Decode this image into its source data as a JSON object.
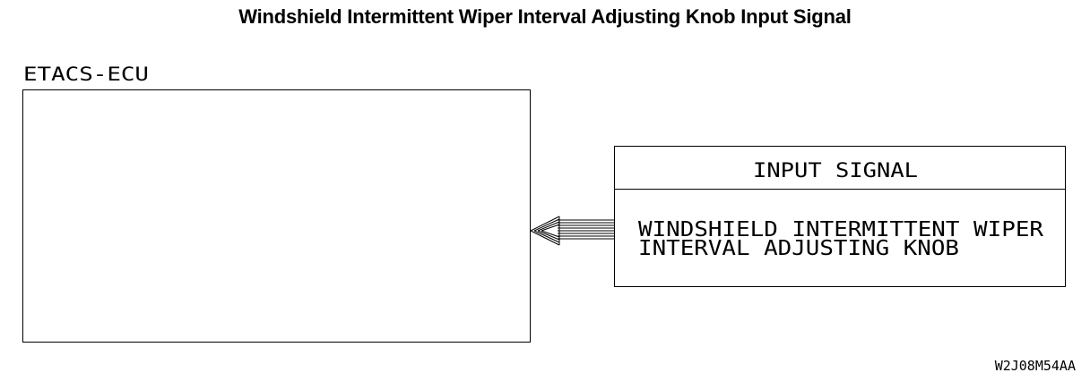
{
  "title": "Windshield Intermittent Wiper Interval Adjusting Knob Input Signal",
  "ecu": {
    "label": "ETACS-ECU"
  },
  "input_panel": {
    "header": "INPUT SIGNAL",
    "lines": [
      "WINDSHIELD INTERMITTENT WIPER",
      "INTERVAL ADJUSTING KNOB"
    ]
  },
  "figure_code": "W2J08M54AA",
  "colors": {
    "line": "#000000",
    "background": "#ffffff"
  }
}
